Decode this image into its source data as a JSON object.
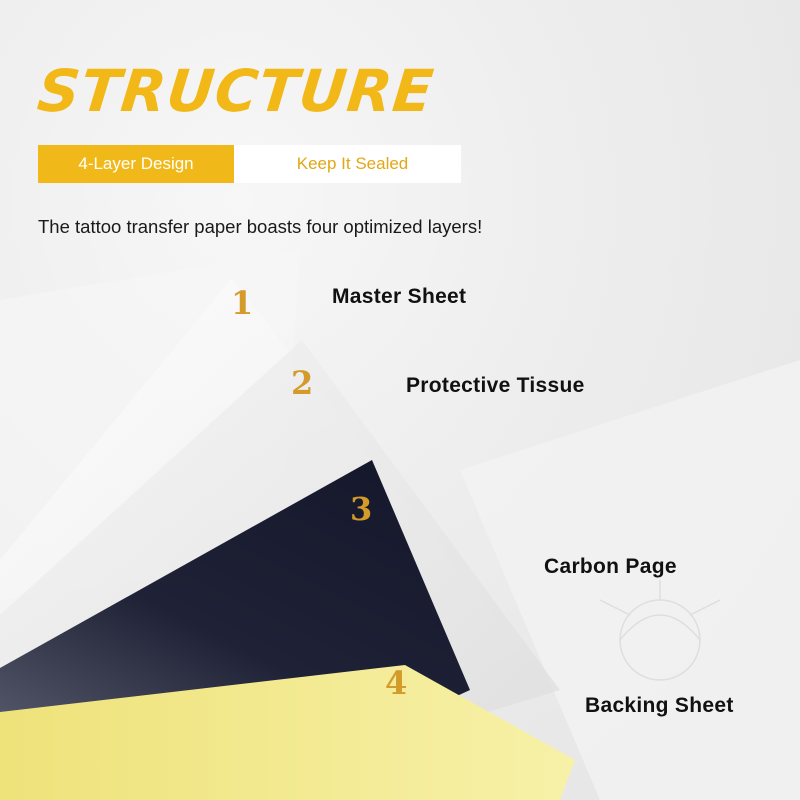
{
  "title": "STRUCTURE",
  "tabs": [
    {
      "label": "4-Layer Design",
      "active": true
    },
    {
      "label": "Keep It Sealed",
      "active": false
    }
  ],
  "intro": "The tattoo transfer paper boasts four optimized layers!",
  "layers": [
    {
      "number": "1",
      "label": "Master Sheet"
    },
    {
      "number": "2",
      "label": "Protective Tissue"
    },
    {
      "number": "3",
      "label": "Carbon Page"
    },
    {
      "number": "4",
      "label": "Backing Sheet"
    }
  ],
  "colors": {
    "accent": "#f0b919",
    "number": "#d49a2a",
    "carbon": "#1a1c2e",
    "backing": "#f1ea86",
    "text": "#111111"
  }
}
